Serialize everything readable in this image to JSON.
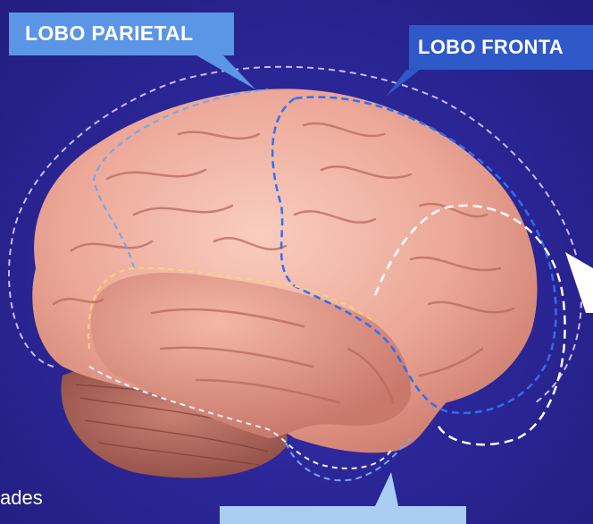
{
  "labels": {
    "parietal": "LOBO PARIETAL",
    "frontal": "LOBO FRONTA",
    "corner_text": "ades"
  },
  "colors": {
    "background": "#2b2596",
    "parietal_box": "#5b95e6",
    "frontal_box": "#2f59c9",
    "bottom_box": "#a9cdf3",
    "brain_pink": "#f3b3a6",
    "cerebellum": "#b86e63"
  }
}
